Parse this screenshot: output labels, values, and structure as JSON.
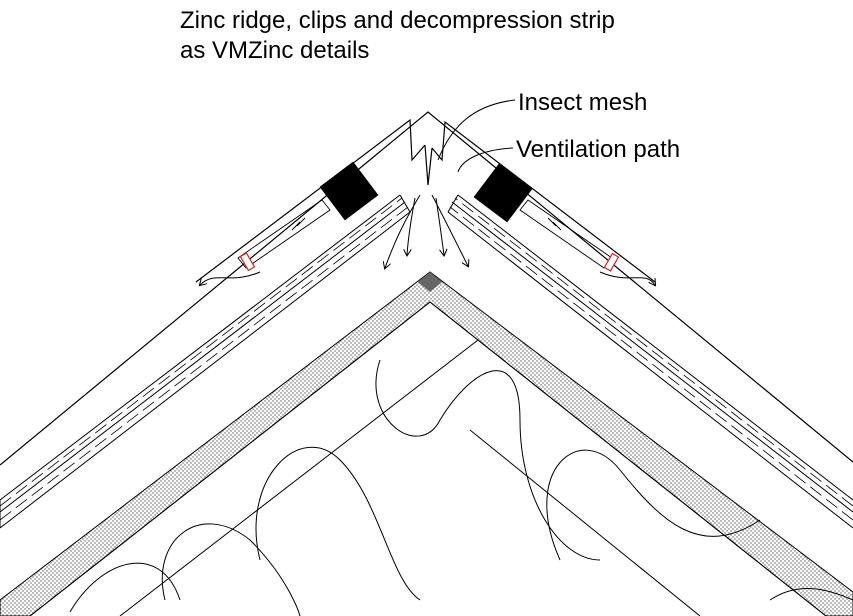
{
  "title": {
    "line1": "Zinc ridge, clips and decompression strip",
    "line2": "as VMZinc details"
  },
  "labels": {
    "insect_mesh": "Insect mesh",
    "ventilation_path": "Ventilation path"
  },
  "colors": {
    "line": "#000000",
    "clip": "#e02020",
    "background": "#ffffff",
    "insulation_fill": "#888888"
  }
}
